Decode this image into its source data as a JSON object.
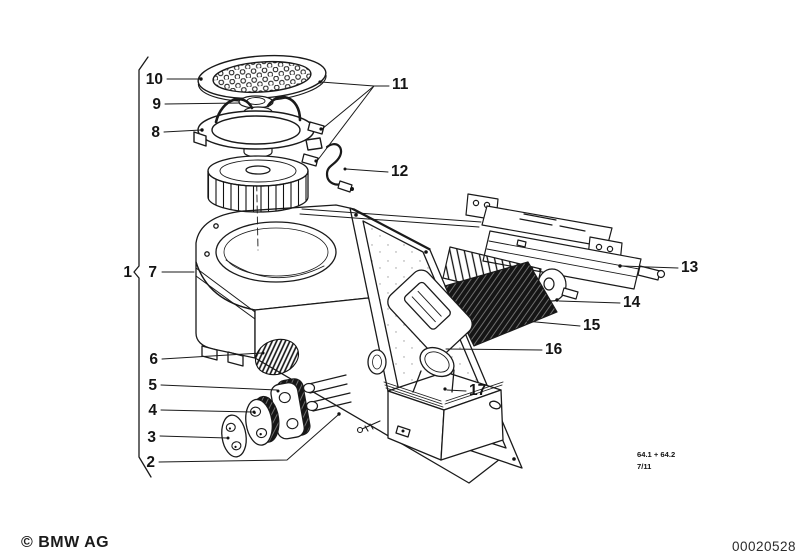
{
  "page": {
    "background": "#ffffff",
    "line_color": "#1a1a1a",
    "copyright": "© BMW AG",
    "document_number": "00020528"
  },
  "sheet_ref": {
    "line1": "64.1 + 64.2",
    "line2": "7/11"
  },
  "callouts": [
    "1",
    "2",
    "3",
    "4",
    "5",
    "6",
    "7",
    "8",
    "9",
    "10",
    "11",
    "12",
    "13",
    "14",
    "15",
    "16",
    "17"
  ]
}
